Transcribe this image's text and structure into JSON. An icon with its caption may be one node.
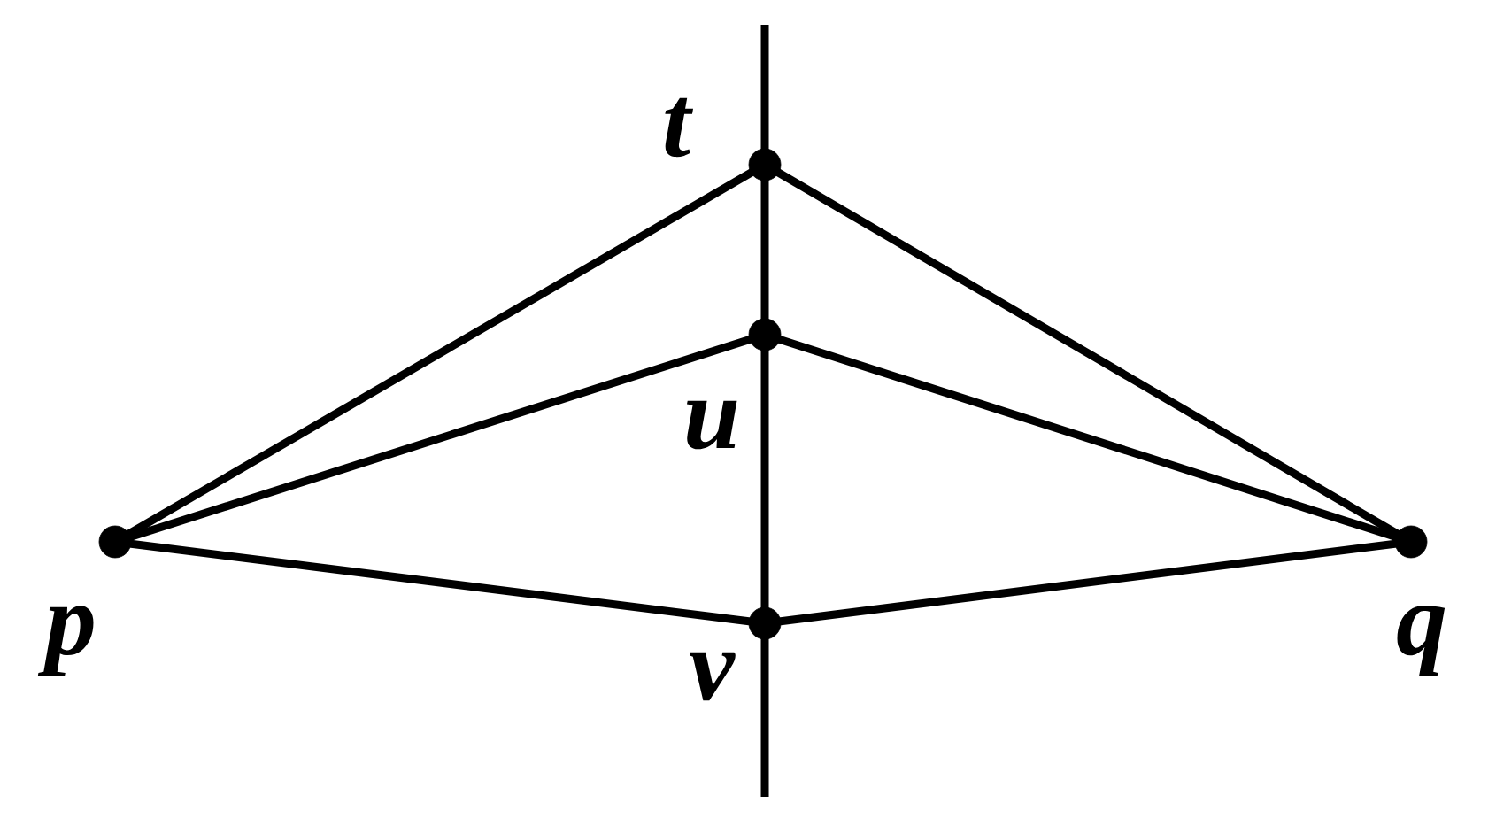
{
  "diagram": {
    "nodes": [
      {
        "text": [],
        "shape": "circle",
        "beside": [
          "t"
        ]
      },
      {
        "text": [],
        "shape": "circle",
        "beside": [
          "u"
        ]
      },
      {
        "text": [],
        "shape": "circle",
        "beside": [
          "p"
        ]
      },
      {
        "text": [],
        "shape": "circle",
        "beside": [
          "q"
        ]
      },
      {
        "text": [],
        "shape": "circle",
        "beside": [
          "v"
        ]
      }
    ],
    "edges": [
      {
        "from": 2,
        "to": 0,
        "arrow": "none"
      },
      {
        "from": 0,
        "to": 3,
        "arrow": "none"
      },
      {
        "from": 2,
        "to": 1,
        "arrow": "none"
      },
      {
        "from": 1,
        "to": 3,
        "arrow": "none"
      },
      {
        "from": 2,
        "to": 4,
        "arrow": "none"
      },
      {
        "from": 4,
        "to": 3,
        "arrow": "none"
      }
    ]
  }
}
